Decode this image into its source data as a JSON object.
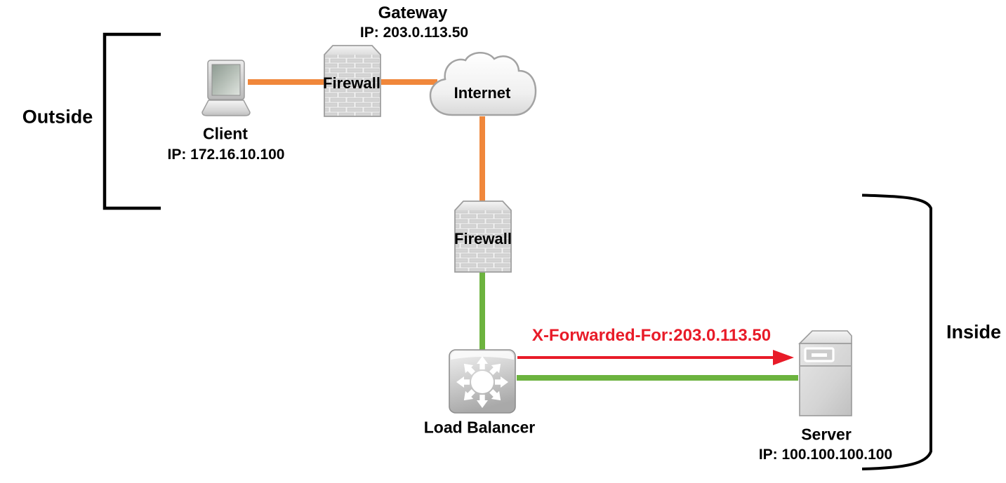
{
  "diagram": {
    "outside": {
      "label": "Outside"
    },
    "inside": {
      "label": "Inside"
    },
    "client": {
      "label": "Client",
      "ip": "IP: 172.16.10.100"
    },
    "gateway": {
      "title": "Gateway",
      "ip": "IP: 203.0.113.50",
      "device": "Firewall"
    },
    "internet": {
      "label": "Internet"
    },
    "inner_firewall": {
      "device": "Firewall"
    },
    "load_balancer": {
      "label": "Load Balancer"
    },
    "server": {
      "label": "Server",
      "ip": "IP: 100.100.100.100"
    },
    "xff": {
      "label": "X-Forwarded-For:203.0.113.50"
    },
    "colors": {
      "outside_link": "#F0873B",
      "inside_link": "#6CB33E",
      "xff": "#E81B28",
      "bracket": "#000000"
    }
  }
}
